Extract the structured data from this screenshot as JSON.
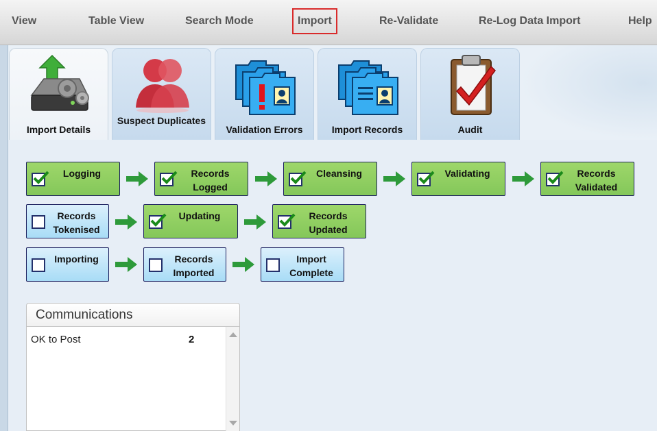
{
  "menu": {
    "items": [
      {
        "label": "View"
      },
      {
        "label": "Table View"
      },
      {
        "label": "Search Mode"
      },
      {
        "label": "Import",
        "active": true
      },
      {
        "label": "Re-Validate"
      },
      {
        "label": "Re-Log Data Import"
      },
      {
        "label": "Help"
      }
    ]
  },
  "tabs": [
    {
      "label": "Import Details",
      "icon": "server-upload-icon",
      "selected": true
    },
    {
      "label": "Suspect\nDuplicates",
      "icon": "duplicate-person-icon"
    },
    {
      "label": "Validation Errors",
      "icon": "error-folder-icon"
    },
    {
      "label": "Import Records",
      "icon": "records-folder-icon"
    },
    {
      "label": "Audit",
      "icon": "audit-clipboard-icon"
    }
  ],
  "workflow": {
    "rows": [
      [
        {
          "label": "Logging",
          "checked": true
        },
        {
          "label": "Records\nLogged",
          "checked": true
        },
        {
          "label": "Cleansing",
          "checked": true
        },
        {
          "label": "Validating",
          "checked": true
        },
        {
          "label": "Records\nValidated",
          "checked": true
        }
      ],
      [
        {
          "label": "Records\nTokenised",
          "checked": false
        },
        {
          "label": "Updating",
          "checked": true
        },
        {
          "label": "Records\nUpdated",
          "checked": true
        }
      ],
      [
        {
          "label": "Importing",
          "checked": false
        },
        {
          "label": "Records\nImported",
          "checked": false
        },
        {
          "label": "Import\nComplete",
          "checked": false
        }
      ]
    ]
  },
  "communications": {
    "title": "Communications",
    "items": [
      {
        "label": "OK to Post",
        "count": "2"
      }
    ]
  },
  "colors": {
    "done_step": "#8fcf62",
    "pending_step": "#bfe6fa",
    "arrow": "#2e9a3a",
    "active_menu_outline": "#d92b2b"
  }
}
